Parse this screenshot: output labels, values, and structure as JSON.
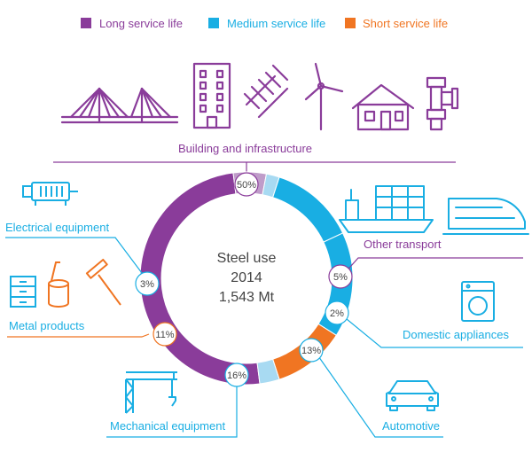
{
  "colors": {
    "long": "#8a3c9a",
    "long_light": "#bf9cc9",
    "medium": "#19aee3",
    "medium_light": "#a8daf2",
    "short": "#f07522",
    "text": "#444444"
  },
  "center": {
    "line1": "Steel use",
    "line2": "2014",
    "line3": "1,543 Mt"
  },
  "chart_data": {
    "type": "pie",
    "title": "",
    "legend": [
      {
        "name": "Long service life",
        "color": "#8a3c9a"
      },
      {
        "name": "Medium service life",
        "color": "#19aee3"
      },
      {
        "name": "Short service life",
        "color": "#f07522"
      }
    ],
    "legend_position": "top",
    "slices": [
      {
        "label": "Building and infrastructure",
        "value": 50,
        "display": "50%",
        "category": "Long service life"
      },
      {
        "label": "Other transport",
        "value": 5,
        "display": "5%",
        "category": "Long service life"
      },
      {
        "label": "Domestic appliances",
        "value": 2,
        "display": "2%",
        "category": "Medium service life"
      },
      {
        "label": "Automotive",
        "value": 13,
        "display": "13%",
        "category": "Medium service life"
      },
      {
        "label": "Mechanical equipment",
        "value": 16,
        "display": "16%",
        "category": "Medium service life"
      },
      {
        "label": "Metal products",
        "value": 11,
        "display": "11%",
        "category": "Short service life"
      },
      {
        "label": "Electrical equipment",
        "value": 3,
        "display": "3%",
        "category": "Medium service life"
      }
    ]
  }
}
